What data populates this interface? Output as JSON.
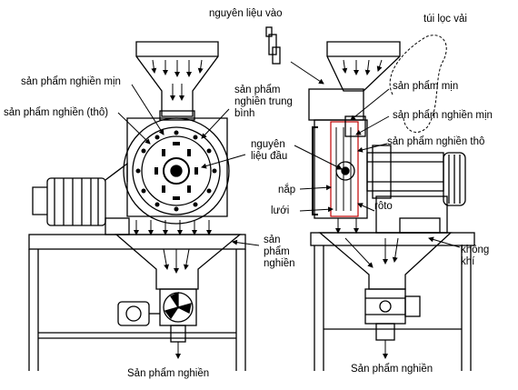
{
  "labels": {
    "input_material": "nguyên liệu vào",
    "filter_bag": "túi lọc vải",
    "fine_product_left": "sản phẩm nghiền mịn",
    "coarse_product_left": "sản phẩm nghiền (thô)",
    "medium_product": "sản phẩm nghiền trung bình",
    "initial_material": "nguyên liệu đầu",
    "cover": "nắp",
    "screen": "lưới",
    "rotor": "rôto",
    "ground_product_mid": "sản phẩm nghiền",
    "fine_product_r1": "sản phẩm mịn",
    "fine_product_r2": "sản phẩm nghiền mịn",
    "coarse_product_r": "sản phẩm nghiền thô",
    "air": "không khí",
    "output_left": "Sản phẩm nghiền",
    "output_right": "Sản phẩm nghiền"
  }
}
